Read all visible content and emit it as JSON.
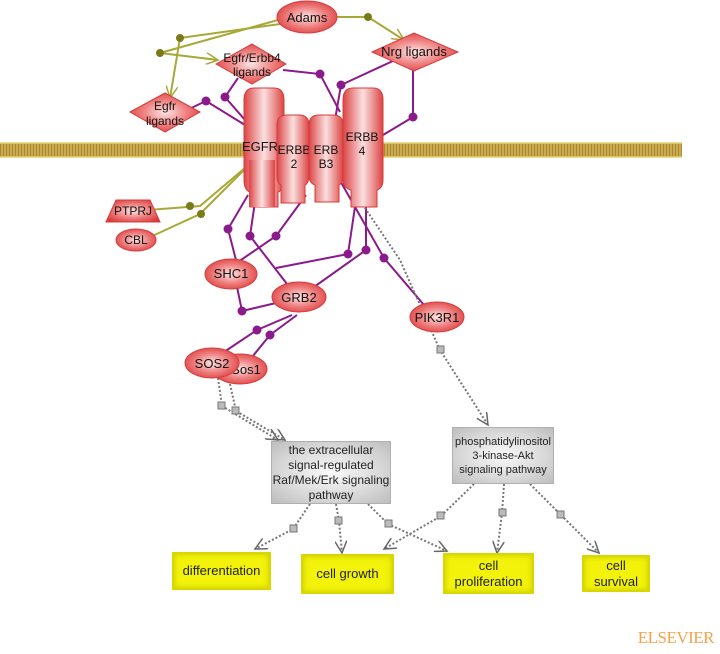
{
  "colors": {
    "node_red": "#e04848",
    "membrane": "#c4a648",
    "edge_binding": "#8b1a8b",
    "edge_regulation": "#a8a838",
    "edge_pathway": "#777777",
    "outcome_yellow": "#f2f20a",
    "logo_orange": "#f5a34a"
  },
  "nodes": {
    "adams": "Adams",
    "nrg_ligands": "Nrg ligands",
    "egfr_erbb4_ligands": [
      "Egfr/Erbb4",
      "ligands"
    ],
    "egfr_ligands": [
      "Egfr",
      "ligands"
    ],
    "egfr": "EGFR",
    "erbb2": [
      "ERBB",
      "2"
    ],
    "erbb3": [
      "ERB",
      "B3"
    ],
    "erbb4": [
      "ERBB",
      "4"
    ],
    "ptprj": "PTPRJ",
    "cbl": "CBL",
    "shc1": "SHC1",
    "grb2": "GRB2",
    "pik3r1": "PIK3R1",
    "sos2": "SOS2",
    "sos1": "Sos1"
  },
  "pathways": {
    "erk": "the extracellular signal-regulated Raf/Mek/Erk signaling pathway",
    "akt": "phosphatidylinositol 3-kinase-Akt signaling pathway"
  },
  "outcomes": {
    "differentiation": "differentiation",
    "cell_growth": "cell growth",
    "cell_proliferation": "cell proliferation",
    "cell_survival": "cell survival"
  },
  "publisher_logo": "ELSEVIER"
}
